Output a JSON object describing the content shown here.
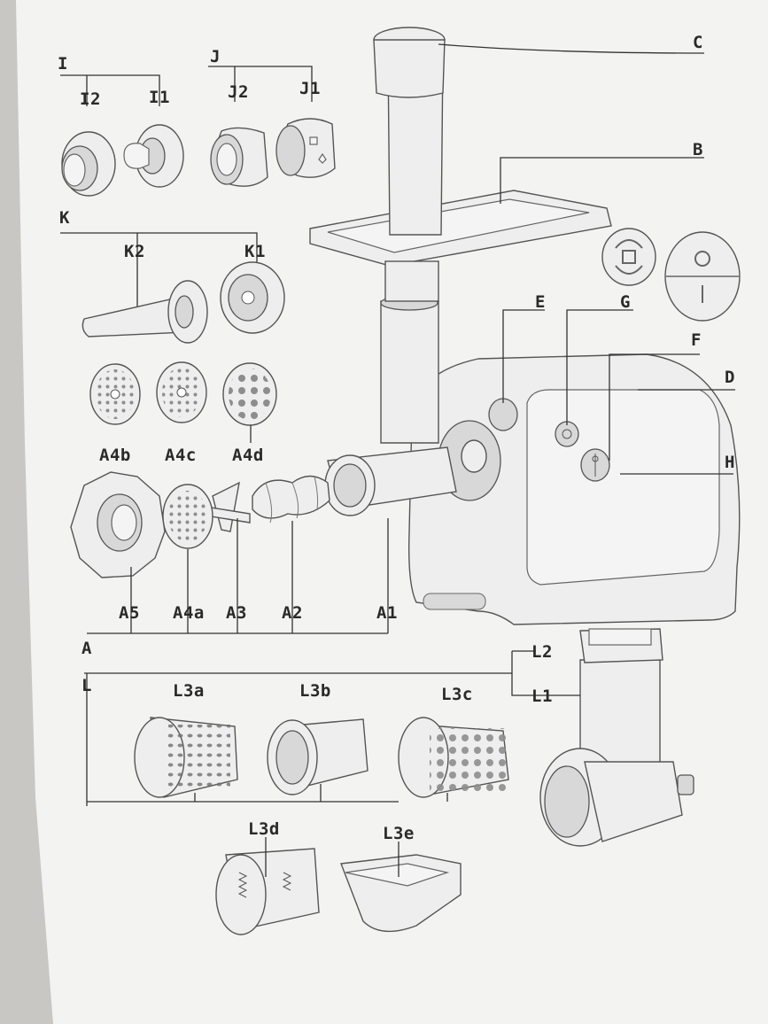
{
  "labels": {
    "C": "C",
    "B": "B",
    "E": "E",
    "G": "G",
    "F": "F",
    "D": "D",
    "H": "H",
    "I": "I",
    "I1": "I1",
    "I2": "I2",
    "J": "J",
    "J1": "J1",
    "J2": "J2",
    "K": "K",
    "K1": "K1",
    "K2": "K2",
    "A": "A",
    "A1": "A1",
    "A2": "A2",
    "A3": "A3",
    "A4a": "A4a",
    "A4b": "A4b",
    "A4c": "A4c",
    "A4d": "A4d",
    "A5": "A5",
    "L": "L",
    "L1": "L1",
    "L2": "L2",
    "L3a": "L3a",
    "L3b": "L3b",
    "L3c": "L3c",
    "L3d": "L3d",
    "L3e": "L3e"
  },
  "colors": {
    "paper": "#f3f3f1",
    "background": "#c9c7c4",
    "ink": "#2a2a2a"
  }
}
